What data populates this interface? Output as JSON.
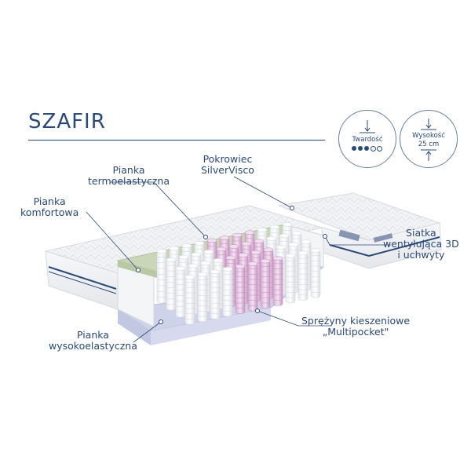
{
  "title": "SZAFIR",
  "badges": {
    "firmness": {
      "label": "Twardość",
      "filled": 3,
      "total": 5,
      "icon": "down-arrow-icon"
    },
    "height": {
      "label": "Wysokość",
      "value": "25 cm",
      "icon": "height-arrows-icon"
    }
  },
  "callouts": {
    "pianka_termoelastyczna": [
      "Pianka",
      "termoelastyczna"
    ],
    "pokrowiec": [
      "Pokrowiec",
      "SilverVisco"
    ],
    "pianka_komfortowa": [
      "Pianka",
      "komfortowa"
    ],
    "siatka": [
      "Siatka",
      "wentylująca 3D",
      "i uchwyty"
    ],
    "sprezyny": [
      "Sprężyny kieszeniowe",
      "„Multipocket\""
    ],
    "pianka_wysoko": [
      "Pianka",
      "wysokoelastyczna"
    ]
  },
  "colors": {
    "navy": "#2c4a78",
    "foam_green": "#c9d6b8",
    "pink_springs": "#e7c7e4",
    "blue_foam": "#cfd3ea",
    "cover": "#f3f4f6"
  }
}
